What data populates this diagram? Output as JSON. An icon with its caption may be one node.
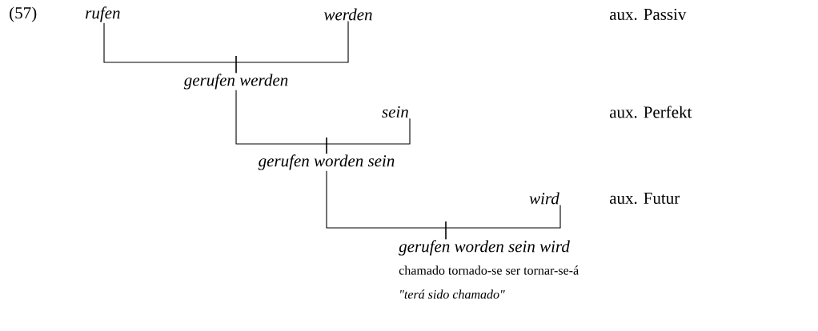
{
  "diagram": {
    "nodes": [
      {
        "text": [
          "rufen"
        ]
      },
      {
        "text": [
          "werden"
        ]
      },
      {
        "text": [
          "gerufen werden"
        ]
      },
      {
        "text": [
          "sein"
        ]
      },
      {
        "text": [
          "gerufen worden sein"
        ]
      },
      {
        "text": [
          "wird"
        ]
      },
      {
        "text": [
          "gerufen worden sein wird"
        ],
        "beside": [
          "chamado tornado-se ser tornar-se-á",
          "\"terá sido chamado\""
        ]
      }
    ],
    "edges": [
      {
        "from": 0,
        "to": 2,
        "arrow": "none"
      },
      {
        "from": 1,
        "to": 2,
        "arrow": "none"
      },
      {
        "from": 2,
        "to": 4,
        "arrow": "none"
      },
      {
        "from": 3,
        "to": 4,
        "arrow": "none"
      },
      {
        "from": 4,
        "to": 6,
        "arrow": "none"
      },
      {
        "from": 5,
        "to": 6,
        "arrow": "none"
      }
    ],
    "labels": [
      "(57)",
      "aux. Passiv",
      "aux. Perfekt",
      "aux. Futur"
    ]
  }
}
